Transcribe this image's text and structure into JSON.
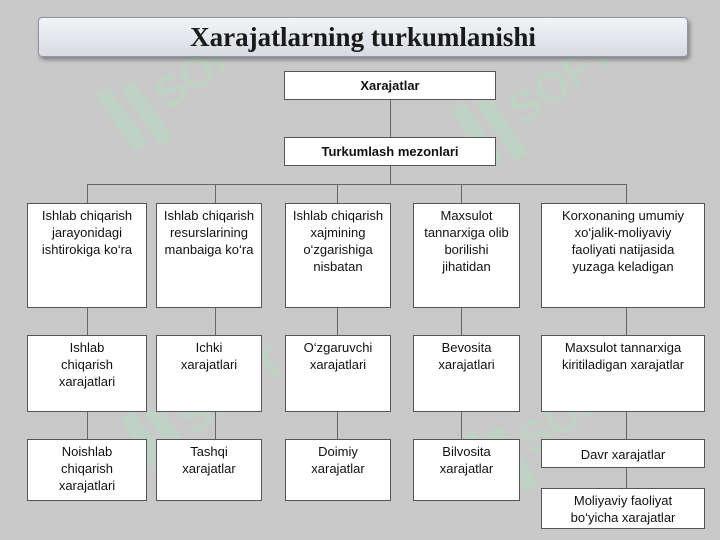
{
  "title": "Xarajatlarning turkumlanishi",
  "root": "Xarajatlar",
  "criteria": "Turkumlash mezonlari",
  "columns": [
    {
      "header": "Ishlab chiqarish jarayonidagi ishtirokiga ko‘ra",
      "items": [
        "Ishlab chiqarish xarajatlari",
        "Noishlab chiqarish xarajatlari"
      ]
    },
    {
      "header": "Ishlab chiqarish resurslarining manbaiga ko‘ra",
      "items": [
        "Ichki xarajatlari",
        "Tashqi xarajatlar"
      ]
    },
    {
      "header": "Ishlab chiqarish xajmining o‘zgarishiga nisbatan",
      "items": [
        "O‘zgaruvchi xarajatlari",
        "Doimiy xarajatlar"
      ]
    },
    {
      "header": "Maxsulot tannarxiga olib borilishi jihatidan",
      "items": [
        "Bevosita xarajatlari",
        "Bilvosita xarajatlar"
      ]
    },
    {
      "header": "Korxonaning umumiy xo‘jalik-moliyaviy faoliyati natijasida yuzaga keladigan",
      "items": [
        "Maxsulot tannarxiga kiritiladigan xarajatlar",
        "Davr xarajatlar",
        "Moliyaviy faoliyat bo‘yicha xarajatlar"
      ]
    }
  ]
}
